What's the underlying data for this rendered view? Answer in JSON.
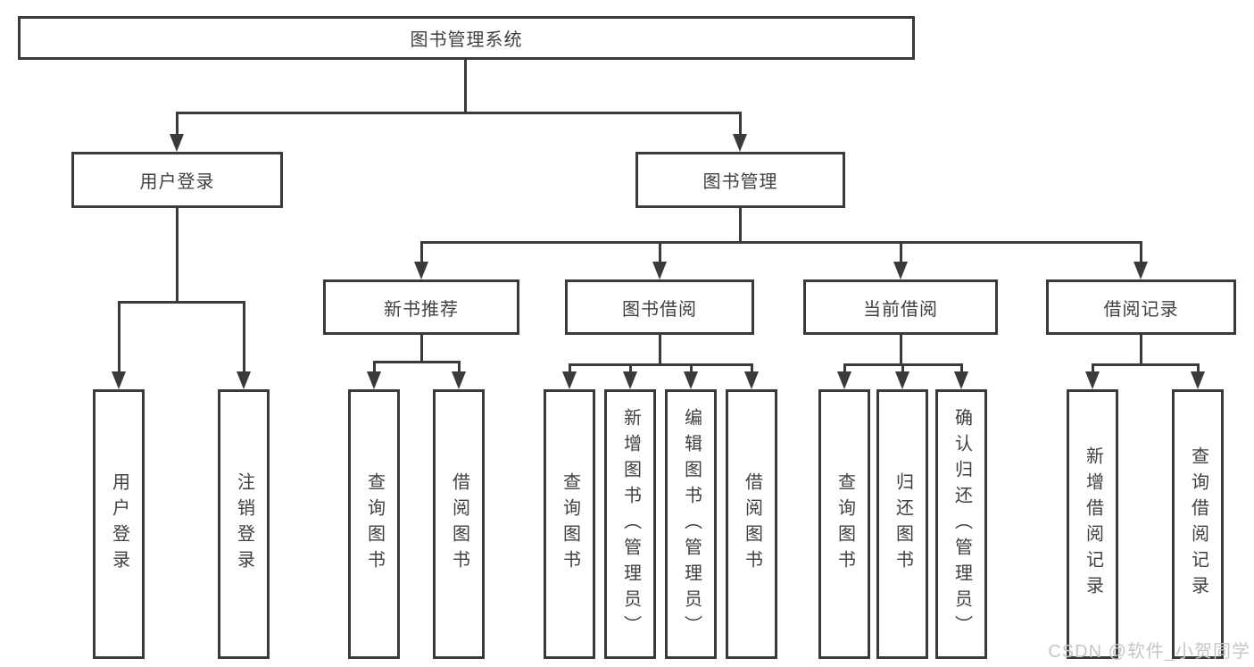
{
  "colors": {
    "line": "#3a3a3a",
    "text": "#404040",
    "background": "#ffffff",
    "watermark": "#c6c6c6"
  },
  "tree": {
    "root": {
      "label": "图书管理系统",
      "children": [
        {
          "label": "用户登录",
          "children": [
            {
              "label": "用户登录"
            },
            {
              "label": "注销登录"
            }
          ]
        },
        {
          "label": "图书管理",
          "children": [
            {
              "label": "新书推荐",
              "children": [
                {
                  "label": "查询图书"
                },
                {
                  "label": "借阅图书"
                }
              ]
            },
            {
              "label": "图书借阅",
              "children": [
                {
                  "label": "查询图书"
                },
                {
                  "label": "新增图书（管理员）"
                },
                {
                  "label": "编辑图书（管理员）"
                },
                {
                  "label": "借阅图书"
                }
              ]
            },
            {
              "label": "当前借阅",
              "children": [
                {
                  "label": "查询图书"
                },
                {
                  "label": "归还图书"
                },
                {
                  "label": "确认归还（管理员）"
                }
              ]
            },
            {
              "label": "借阅记录",
              "children": [
                {
                  "label": "新增借阅记录"
                },
                {
                  "label": "查询借阅记录"
                }
              ]
            }
          ]
        }
      ]
    }
  },
  "watermark": {
    "text": "CSDN @软件_小贺同学"
  }
}
